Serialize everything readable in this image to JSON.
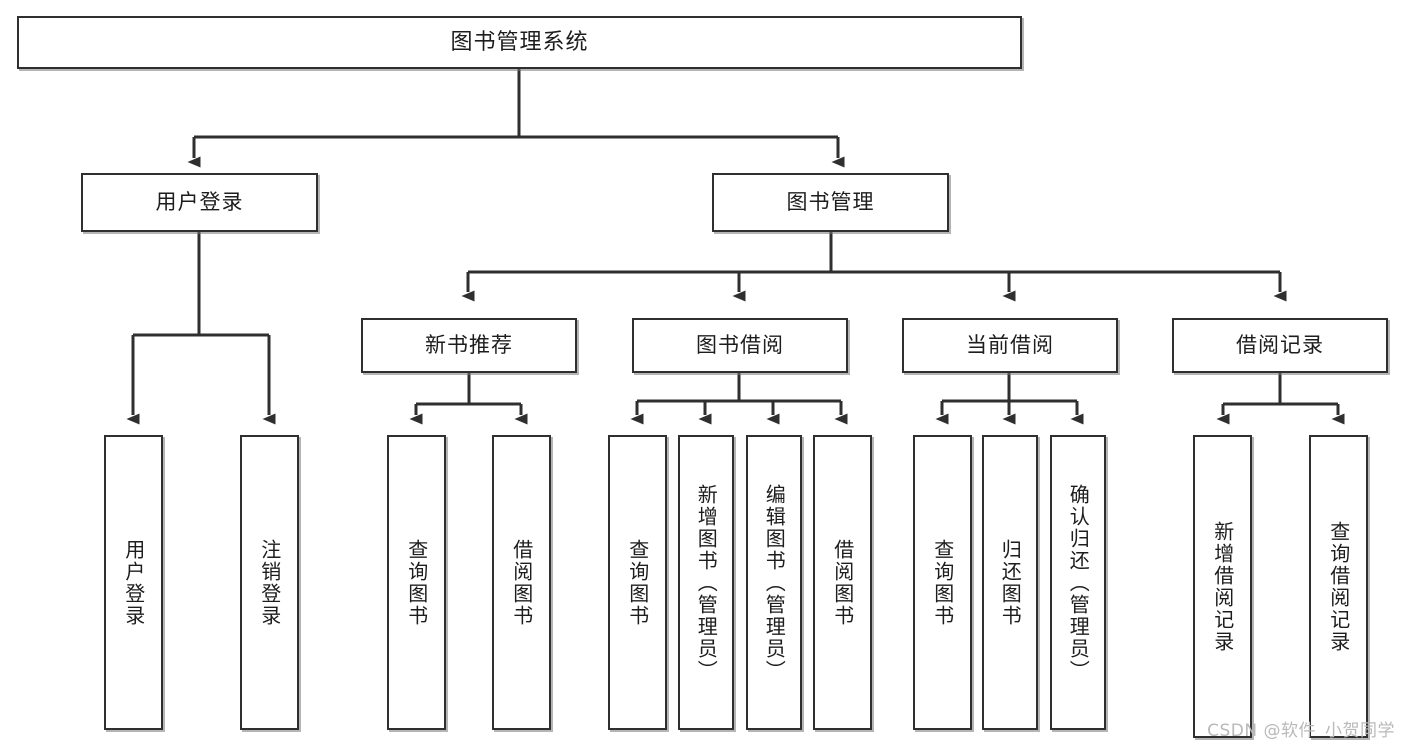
{
  "diagram": {
    "title": "图书管理系统",
    "type": "tree-hierarchy",
    "watermark": "CSDN @软件_小贺同学",
    "colors": {
      "border": "#2f2f2f",
      "background": "#ffffff",
      "text": "#1d1d1d",
      "connector": "#2f2f2f",
      "shadow": "#787878",
      "watermark": "#b9b9b9"
    }
  },
  "nodes": {
    "root": {
      "label": "图书管理系统"
    },
    "level1": [
      {
        "id": "user-login",
        "label": "用户登录"
      },
      {
        "id": "book-manage",
        "label": "图书管理"
      }
    ],
    "level2": [
      {
        "id": "new-book-rec",
        "label": "新书推荐"
      },
      {
        "id": "book-borrow",
        "label": "图书借阅"
      },
      {
        "id": "current-borrow",
        "label": "当前借阅"
      },
      {
        "id": "borrow-record",
        "label": "借阅记录"
      }
    ],
    "leaves": [
      {
        "id": "leaf-user-login",
        "label": "用户登录",
        "parent": "user-login"
      },
      {
        "id": "leaf-logout",
        "label": "注销登录",
        "parent": "user-login"
      },
      {
        "id": "leaf-query-book-1",
        "label": "查询图书",
        "parent": "new-book-rec"
      },
      {
        "id": "leaf-borrow-book-1",
        "label": "借阅图书",
        "parent": "new-book-rec"
      },
      {
        "id": "leaf-query-book-2",
        "label": "查询图书",
        "parent": "book-borrow"
      },
      {
        "id": "leaf-add-book",
        "label": "新增图书（管理员）",
        "parent": "book-borrow"
      },
      {
        "id": "leaf-edit-book",
        "label": "编辑图书（管理员）",
        "parent": "book-borrow"
      },
      {
        "id": "leaf-borrow-book-2",
        "label": "借阅图书",
        "parent": "book-borrow"
      },
      {
        "id": "leaf-query-book-3",
        "label": "查询图书",
        "parent": "current-borrow"
      },
      {
        "id": "leaf-return-book",
        "label": "归还图书",
        "parent": "current-borrow"
      },
      {
        "id": "leaf-confirm-return",
        "label": "确认归还（管理员）",
        "parent": "current-borrow"
      },
      {
        "id": "leaf-add-record",
        "label": "新增借阅记录",
        "parent": "borrow-record"
      },
      {
        "id": "leaf-query-record",
        "label": "查询借阅记录",
        "parent": "borrow-record"
      }
    ]
  }
}
